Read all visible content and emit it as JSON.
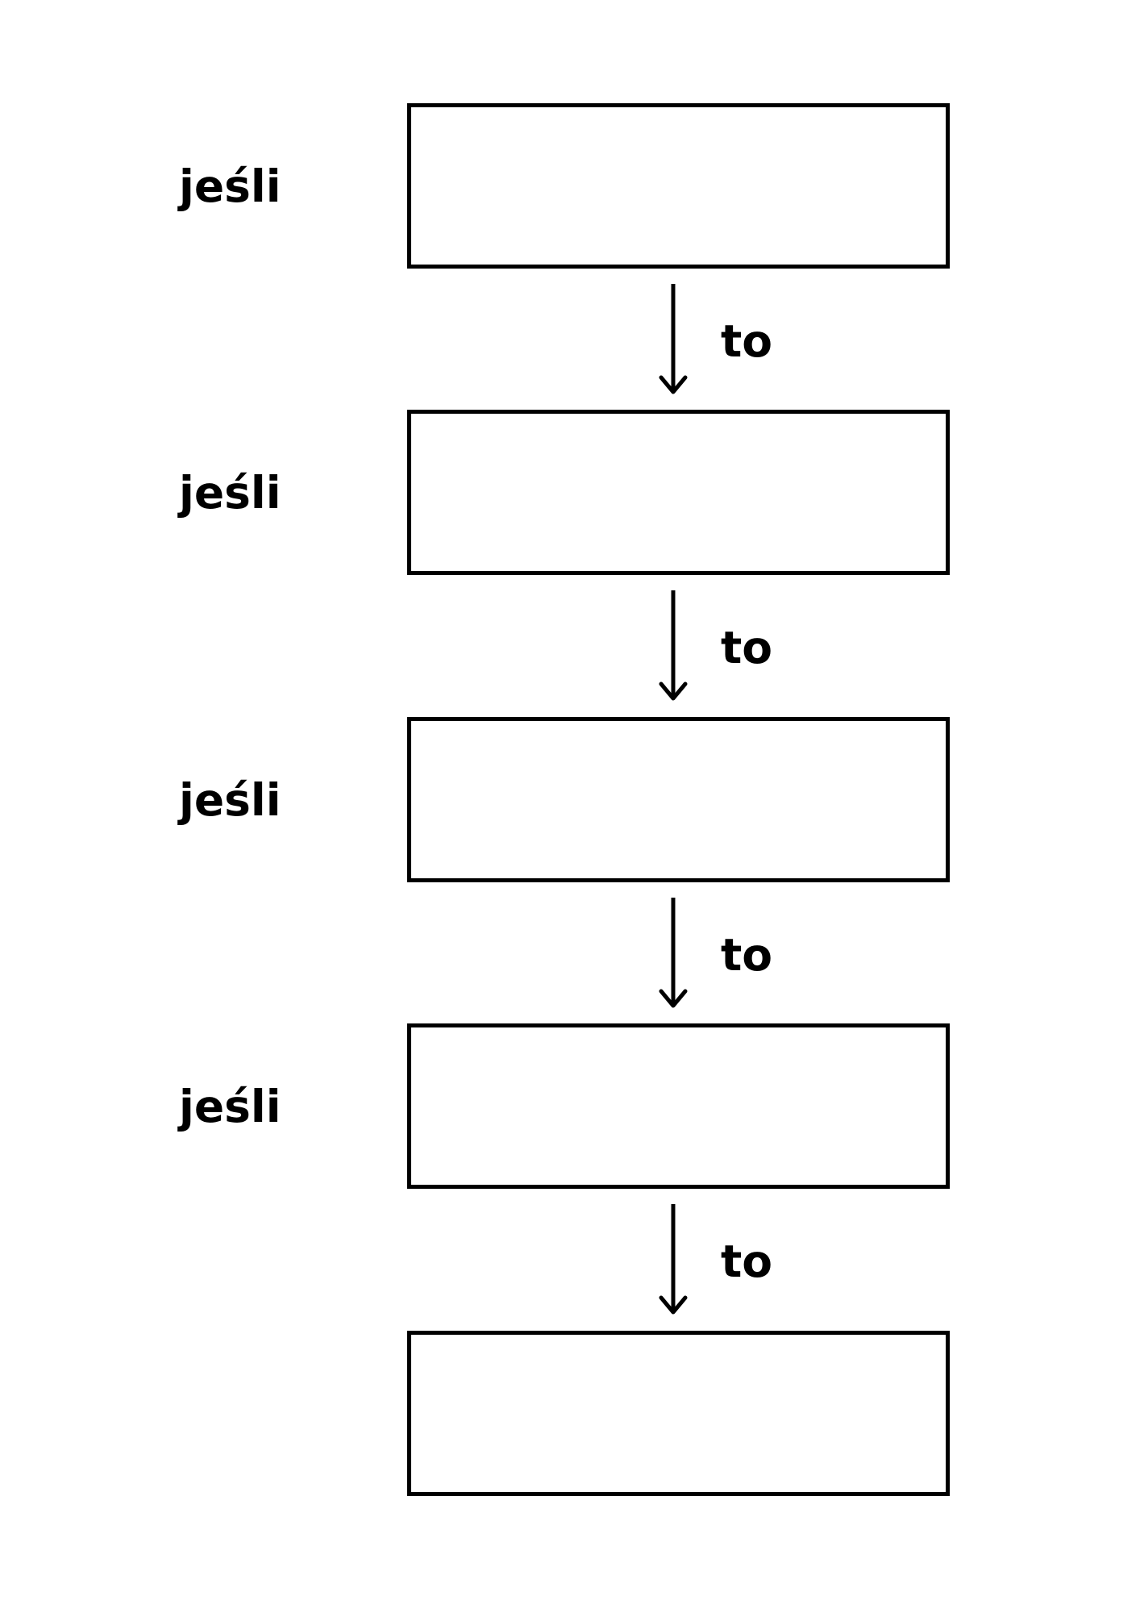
{
  "colors": {
    "stroke": "#000000",
    "background": "#ffffff"
  },
  "flow": {
    "rows": [
      {
        "condition_label": "jeśli",
        "connector_label": "to",
        "box_text": ""
      },
      {
        "condition_label": "jeśli",
        "connector_label": "to",
        "box_text": ""
      },
      {
        "condition_label": "jeśli",
        "connector_label": "to",
        "box_text": ""
      },
      {
        "condition_label": "jeśli",
        "connector_label": "to",
        "box_text": ""
      },
      {
        "condition_label": "",
        "connector_label": "",
        "box_text": ""
      }
    ]
  }
}
